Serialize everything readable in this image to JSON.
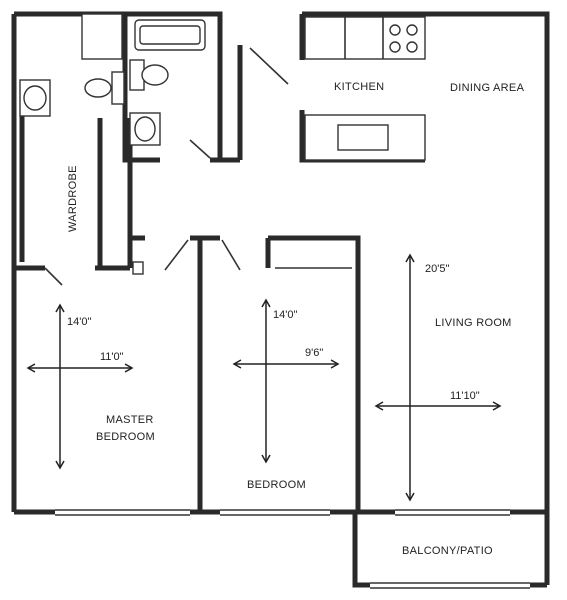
{
  "rooms": {
    "kitchen": "KITCHEN",
    "dining_area": "DINING AREA",
    "wardrobe": "WARDROBE",
    "living_room": "LIVING ROOM",
    "master_bedroom_line1": "MASTER",
    "master_bedroom_line2": "BEDROOM",
    "bedroom": "BEDROOM",
    "balcony": "BALCONY/PATIO"
  },
  "dimensions": {
    "master_length": "14'0\"",
    "master_width": "11'0\"",
    "bedroom_length": "14'0\"",
    "bedroom_width": "9'6\"",
    "living_length": "20'5\"",
    "living_width": "11'10\""
  }
}
